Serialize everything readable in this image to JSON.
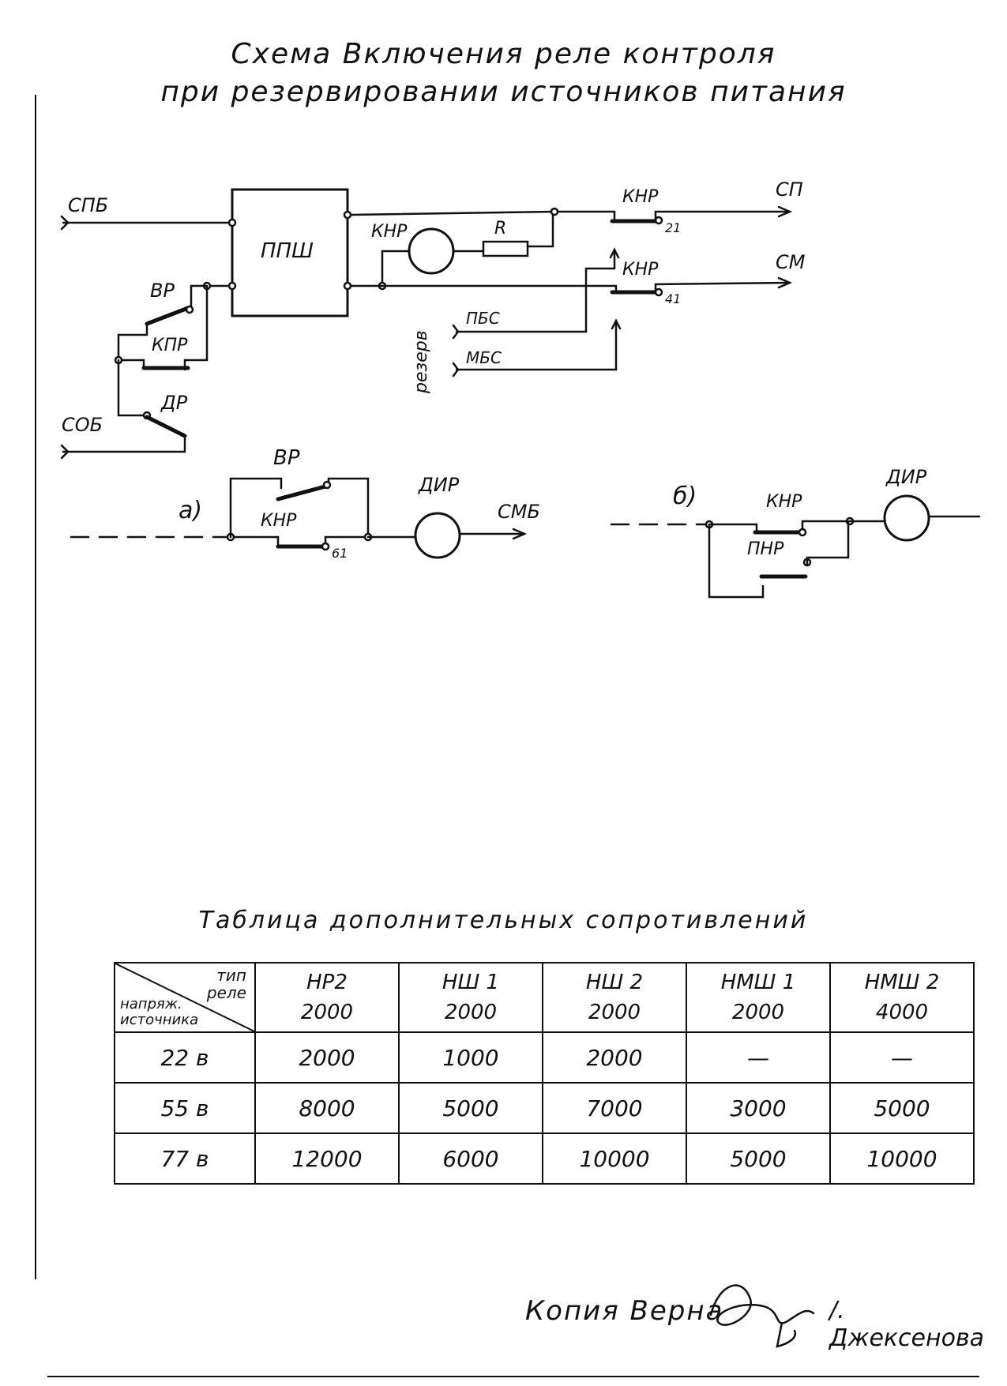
{
  "header": {
    "title": "Схема Включения реле контроля",
    "subtitle": "при резервировании источников питания"
  },
  "diagram": {
    "main": {
      "input_top": "СПБ",
      "input_bottom": "СОБ",
      "block": "ППШ",
      "contact_vr": "ВР",
      "contact_kpr": "КПР",
      "contact_dr": "ДР",
      "relay_knr": "КНР",
      "resistor": "R",
      "knr_top": "КНР",
      "knr_top_num": "21",
      "knr_bottom": "КНР",
      "knr_bottom_num": "41",
      "output_sp": "СП",
      "output_sm": "СМ",
      "reserve_label": "резерв",
      "reserve_pbs": "ПБС",
      "reserve_mbs": "МБС"
    },
    "variant_a": {
      "marker": "а)",
      "contact_vr": "ВР",
      "contact_knr": "КНР",
      "contact_num": "61",
      "relay": "ДИР",
      "output": "СМБ"
    },
    "variant_b": {
      "marker": "б)",
      "contact_knr": "КНР",
      "contact_pnr": "ПНР",
      "relay": "ДИР"
    }
  },
  "table": {
    "title": "Таблица дополнительных сопротивлений",
    "corner_top_1": "тип",
    "corner_top_2": "реле",
    "corner_bottom_1": "напряж.",
    "corner_bottom_2": "источника",
    "relays": [
      {
        "name": "НР2",
        "resistance": "2000"
      },
      {
        "name": "НШ 1",
        "resistance": "2000"
      },
      {
        "name": "НШ 2",
        "resistance": "2000"
      },
      {
        "name": "НМШ 1",
        "resistance": "2000"
      },
      {
        "name": "НМШ 2",
        "resistance": "4000"
      }
    ],
    "rows": [
      {
        "voltage": "22 в",
        "values": [
          "2000",
          "1000",
          "2000",
          "—",
          "—"
        ]
      },
      {
        "voltage": "55 в",
        "values": [
          "8000",
          "5000",
          "7000",
          "3000",
          "5000"
        ]
      },
      {
        "voltage": "77 в",
        "values": [
          "12000",
          "6000",
          "10000",
          "5000",
          "10000"
        ]
      }
    ]
  },
  "footer": {
    "certified": "Копия Верна",
    "signer": "/. Джексенова"
  }
}
